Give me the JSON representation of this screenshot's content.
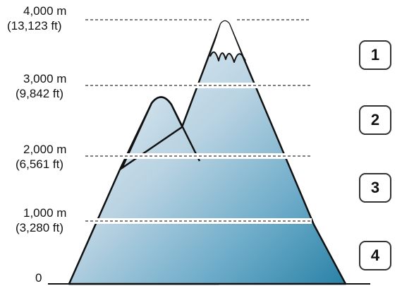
{
  "altitude_levels": [
    {
      "meters": "4,000 m",
      "feet": "(13,123 ft)"
    },
    {
      "meters": "3,000 m",
      "feet": "(9,842 ft)"
    },
    {
      "meters": "2,000 m",
      "feet": "(6,561 ft)"
    },
    {
      "meters": "1,000 m",
      "feet": "(3,280 ft)"
    },
    {
      "meters": "0",
      "feet": ""
    }
  ],
  "zones": [
    {
      "label": "1"
    },
    {
      "label": "2"
    },
    {
      "label": "3"
    },
    {
      "label": "4"
    }
  ],
  "colors": {
    "mountain_light": "#eef3f8",
    "mountain_dark": "#2b84a8",
    "outline": "#111111",
    "badge_border": "#333333"
  }
}
